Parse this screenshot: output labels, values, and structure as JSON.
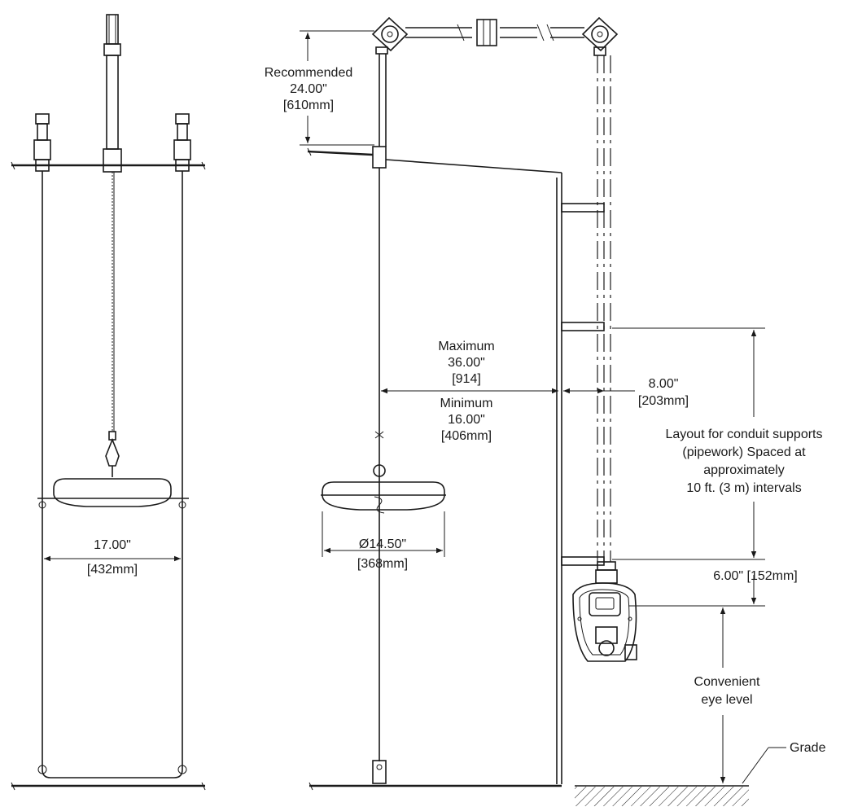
{
  "labels": {
    "recommended_title": "Recommended",
    "recommended_in": "24.00\"",
    "recommended_mm": "[610mm]",
    "maximum_title": "Maximum",
    "maximum_in": "36.00\"",
    "maximum_mm": "[914]",
    "minimum_title": "Minimum",
    "minimum_in": "16.00\"",
    "minimum_mm": "[406mm]",
    "offset_in": "8.00\"",
    "offset_mm": "[203mm]",
    "conduit_line1": "Layout for conduit supports",
    "conduit_line2": "(pipework) Spaced at",
    "conduit_line3": "approximately",
    "conduit_line4": "10 ft. (3 m) intervals",
    "gap": "6.00\" [152mm]",
    "eye_line1": "Convenient",
    "eye_line2": "eye level",
    "grade": "Grade",
    "width_in": "17.00\"",
    "width_mm": "[432mm]",
    "dia_in": "Ø14.50\"",
    "dia_mm": "[368mm]"
  }
}
